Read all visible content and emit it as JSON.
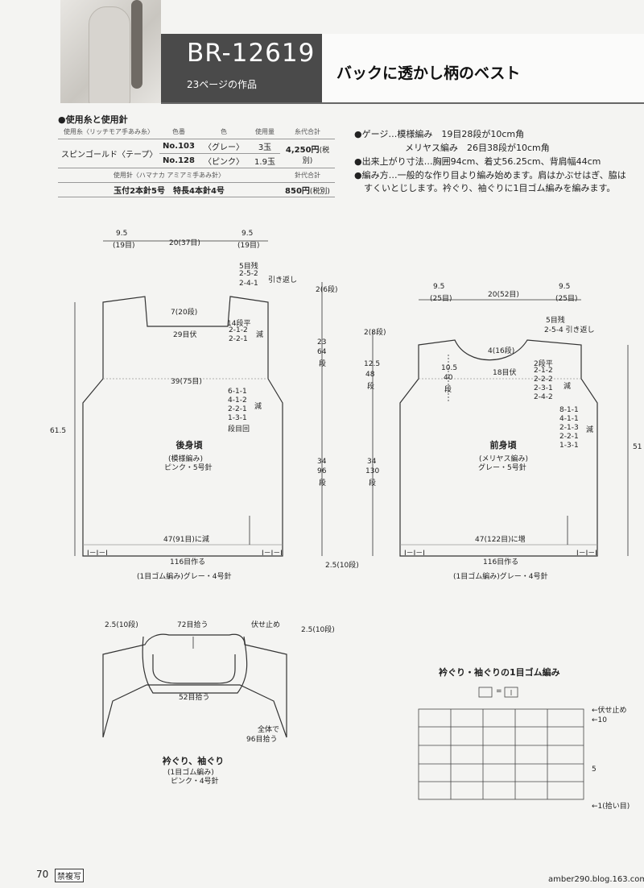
{
  "header": {
    "code": "BR-12619",
    "page_ref": "23ページの作品",
    "title": "バックに透かし柄のベスト"
  },
  "materials": {
    "heading": "●使用糸と使用針",
    "yarn_headers": [
      "使用糸〈リッチモア手あみ糸〉",
      "色番",
      "色",
      "使用量",
      "糸代合計"
    ],
    "yarn_name": "スピンゴールド〈テープ〉",
    "rows": [
      {
        "no": "No.103",
        "color": "〈グレー〉",
        "qty": "3玉"
      },
      {
        "no": "No.128",
        "color": "〈ピンク〉",
        "qty": "1.9玉"
      }
    ],
    "yarn_total": "4,250円",
    "tax": "(税別)",
    "needle_header": "使用針〈ハマナカ アミアミ手あみ針〉",
    "needle_total_header": "針代合計",
    "needles": "玉付2本針5号　特長4本針4号",
    "needle_total": "850円"
  },
  "specs": {
    "gauge_line1": "●ゲージ…模様編み　19目28段が10cm角",
    "gauge_line2": "メリヤス編み　26目38段が10cm角",
    "size": "●出来上がり寸法…胸囲94cm、着丈56.25cm、背肩幅44cm",
    "method1": "●編み方…一般的な作り目より編み始めます。肩はかぶせはぎ、脇は",
    "method2": "すくいとじします。衿ぐり、袖ぐりに1目ゴム編みを編みます。"
  },
  "back": {
    "name": "後身頃",
    "stitch": "(模様編み)",
    "yarn": "ピンク・5号針",
    "d1": "9.5",
    "d1b": "(19目)",
    "d2": "20(37目)",
    "d3": "9.5",
    "d3b": "(19目)",
    "sh1": "5目残",
    "sh2": "2-5-2",
    "sh3": "2-4-1",
    "sh4": "引き返し",
    "neck_h": "7(20段)",
    "neck_st": "29目伏",
    "n1": "14段平",
    "n2": "2-1-2",
    "n3": "2-2-1",
    "dec": "減",
    "width": "39(75目)",
    "a1": "6-1-1",
    "a2": "4-1-2",
    "a3": "2-2-1",
    "a4": "1-3-1",
    "a5": "段目回",
    "dec2": "減",
    "height": "61.5",
    "hem": "47(91目)に減",
    "cast": "116目作る",
    "rib": "(1目ゴム編み)グレー・4号針",
    "rib_mark": "I－I－I"
  },
  "center": {
    "v1": "2(6段)",
    "v2": "23",
    "v2b": "64",
    "v2c": "段",
    "v3": "2(8段)",
    "v4": "12.5",
    "v4b": "48",
    "v4c": "段",
    "v5": "34",
    "v5b": "96",
    "v5c": "段",
    "v6": "34",
    "v6b": "130",
    "v6c": "段",
    "bottom": "2.5(10段)"
  },
  "front": {
    "name": "前身頃",
    "stitch": "(メリヤス編み)",
    "yarn": "グレー・5号針",
    "d1": "9.5",
    "d1b": "(25目)",
    "d2": "20(52目)",
    "d3": "9.5",
    "d3b": "(25目)",
    "sh1": "5目残",
    "sh2": "2-5-4 引き返し",
    "neck_h": "4(16段)",
    "neck_st": "18目伏",
    "side_h": "10.5",
    "side_hb": "40",
    "side_hc": "段",
    "n1": "2段平",
    "n2": "2-1-2",
    "n3": "2-2-2",
    "n4": "2-3-1",
    "n5": "2-4-2",
    "dec": "減",
    "a1": "8-1-1",
    "a2": "4-1-1",
    "a3": "2-1-3",
    "a4": "2-2-1",
    "a5": "1-3-1",
    "dec2": "減",
    "height": "51",
    "hem": "47(122目)に増",
    "cast": "116目作る",
    "rib": "(1目ゴム編み)グレー・4号針",
    "rib_mark": "I－I－I"
  },
  "collar": {
    "l1": "2.5(10段)",
    "l2": "72目拾う",
    "l3": "伏せ止め",
    "l4": "2.5(10段)",
    "l5": "52目拾う",
    "l6": "全体で",
    "l7": "96目拾う",
    "name": "衿ぐり、袖ぐり",
    "stitch": "(1目ゴム編み)",
    "yarn": "ピンク・4号針"
  },
  "chart": {
    "title": "衿ぐり・袖ぐりの1目ゴム編み",
    "legend_eq": "=",
    "r1": "←伏せ止め",
    "r2": "←10",
    "r3": "5",
    "r4": "←1(拾い目)"
  },
  "footer": {
    "page": "70",
    "badge": "禁複写",
    "blog": "amber290.blog.163.com"
  }
}
